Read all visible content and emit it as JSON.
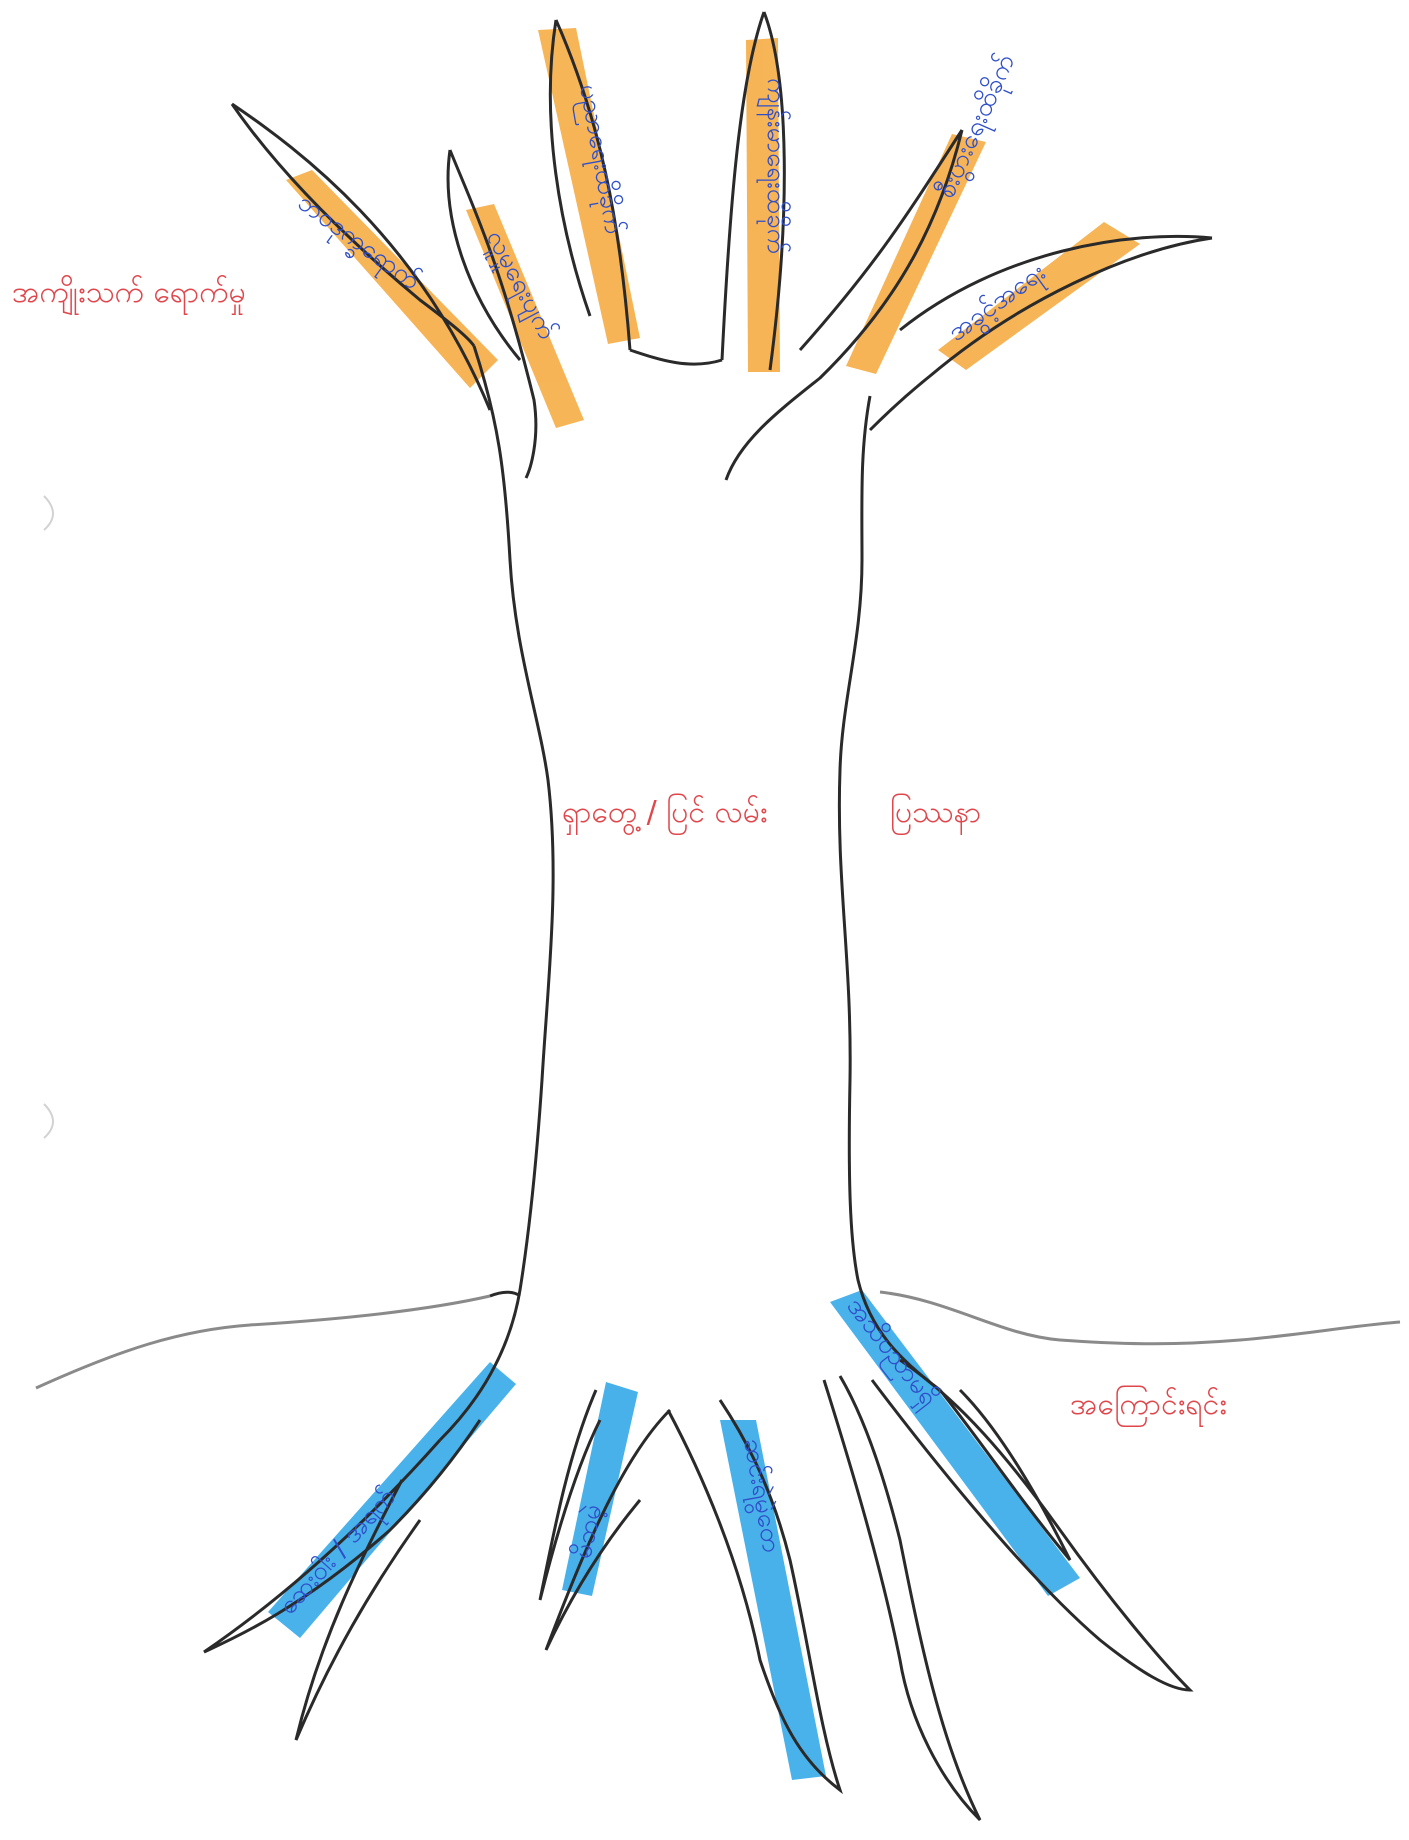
{
  "labels": {
    "branches_heading": "အကျိုးသက် ရောက်မှု",
    "trunk_heading": "ရှာတွေ့ / ပြင် လမ်း",
    "trunk_side": "ပြဿနာ",
    "roots_heading": "အကြောင်းရင်း"
  },
  "branch_items": [
    "ဘဝဒုက္ခရောက်",
    "လူမှုရေးပျက်",
    "ပညာရေးထိခိုက်",
    "ကျန်းမာရေးထိခိုက်",
    "စီးပွားရေးထိခိုက်",
    "အခွင့်အရေး"
  ],
  "root_items": [
    "ဆေးဝါး / အရက်",
    "မိဘမဲ့",
    "ဆင်းရဲမွဲတေ",
    "အသိပညာမရှိ"
  ],
  "colors": {
    "outline": "#2a2a2a",
    "ground": "#8a8a8a",
    "branch_highlight": "#f5a83a",
    "root_highlight": "#2aa4e6",
    "red_text": "#e0474c",
    "blue_text": "#2f4fc9"
  }
}
